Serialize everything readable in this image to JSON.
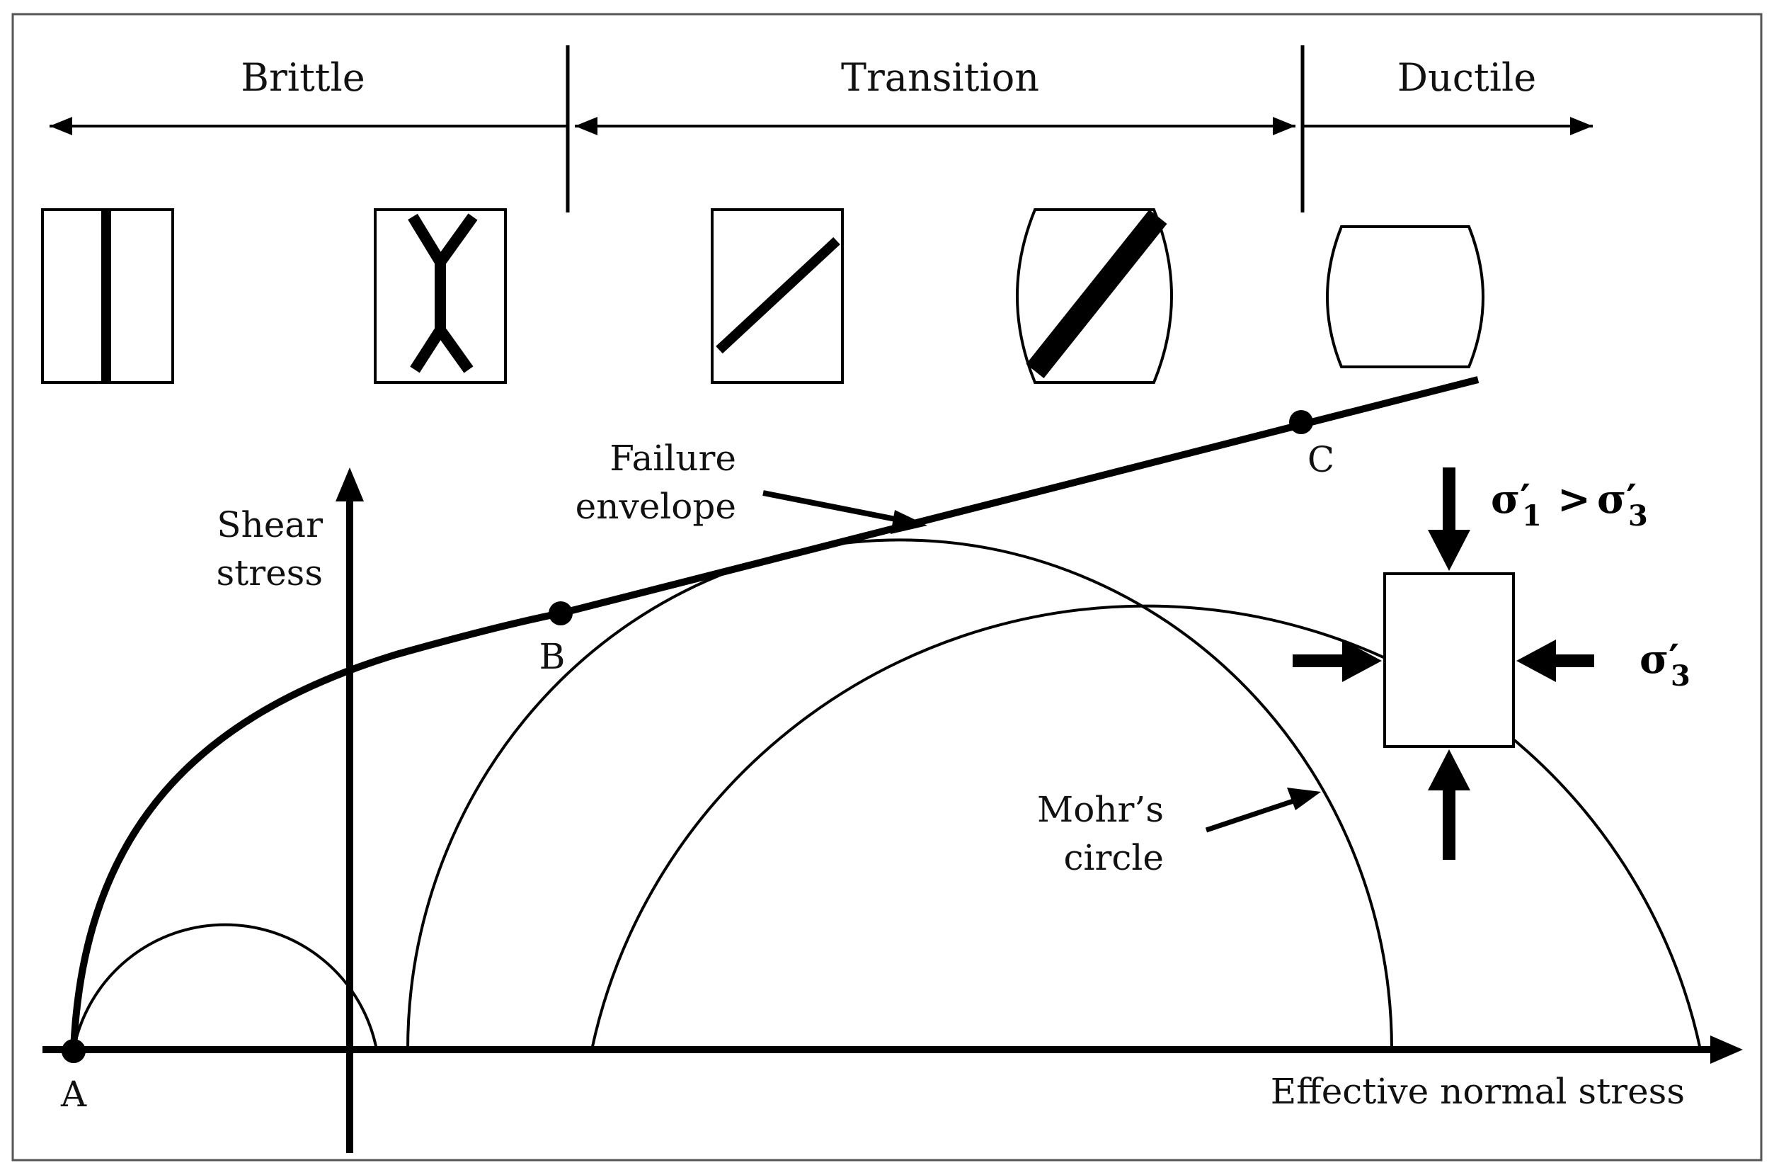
{
  "regimes": {
    "brittle": "Brittle",
    "transition": "Transition",
    "ductile": "Ductile"
  },
  "labels": {
    "failure_envelope_line1": "Failure",
    "failure_envelope_line2": "envelope",
    "shear_stress_line1": "Shear",
    "shear_stress_line2": "stress",
    "x_axis": "Effective normal stress",
    "mohrs_circle_line1": "Mohr’s",
    "mohrs_circle_line2": "circle"
  },
  "points": {
    "a": "A",
    "b": "B",
    "c": "C"
  },
  "stress_notation": {
    "sigma1_label": "σ′",
    "sigma1_sub": "1",
    "gt": ">",
    "sigma3_label": "σ′",
    "sigma3_sub": "3",
    "sigma3_side_label": "σ′",
    "sigma3_side_sub": "3"
  },
  "colors": {
    "ink": "#000000",
    "background": "#ffffff",
    "frame": "#555555"
  }
}
